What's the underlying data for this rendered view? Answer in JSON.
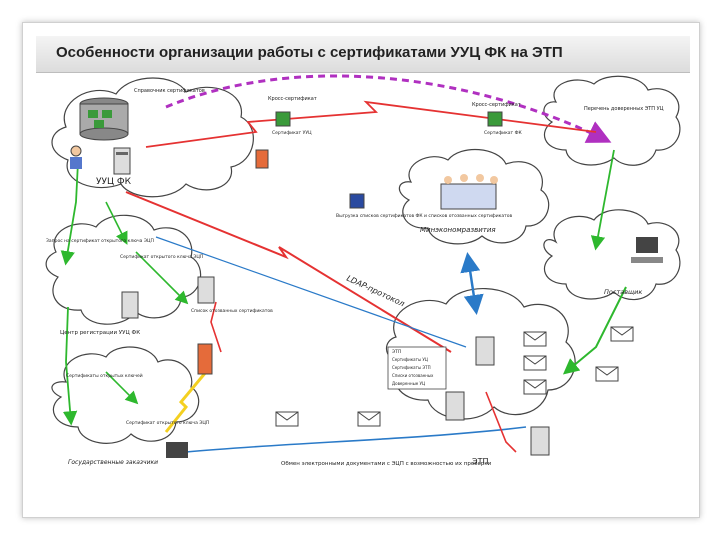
{
  "title": "Особенности организации работы с сертификатами УУЦ ФК на ЭТП",
  "nodes": {
    "reference_certs": "Справочник сертификатов",
    "uuc_fk": "УУЦ ФК",
    "uuc_cert": "Сертификат УУЦ",
    "cross_cert": "Кросс-сертификат",
    "cross_cert_2": "Кросс-сертификат",
    "cert_fk": "Сертификат ФК",
    "trusted_list": "Перечень доверенных ЭТП УЦ",
    "min": "Минэкономразвития",
    "provider": "Поставщик",
    "reg_center": "Центр регистрации УУЦ ФК",
    "client": "Государственные заказчики",
    "etp": "ЭТП",
    "ldap": "LDAP-протокол",
    "exchange": "Обмен электронными документами с ЭЦП с возможностью их проверки",
    "cert_request": "Запрос на сертификат открытого ключа ЭЦП",
    "key_cert": "Сертификат открытого ключа ЭЦП",
    "customer_cert": "Сертификат открытого ключа ЭЦП",
    "cert_list": "Список отозванных сертификатов",
    "min_cert_list": "Выгрузка списков сертификатов ФК и списков отозванных сертификатов",
    "customer_keys": "Сертификаты открытых ключей",
    "etp_panel_title": "ЭТП",
    "etp_panel_items": [
      "Сертификаты УЦ",
      "Сертификаты ЭТП",
      "Списки отозванных",
      "Доверенные УЦ"
    ]
  },
  "colors": {
    "green_link": "#2eb82e",
    "red_link": "#e53232",
    "purple_dashed": "#b030c0",
    "blue_link": "#2a7ac8",
    "cloud_stroke": "#444444"
  }
}
